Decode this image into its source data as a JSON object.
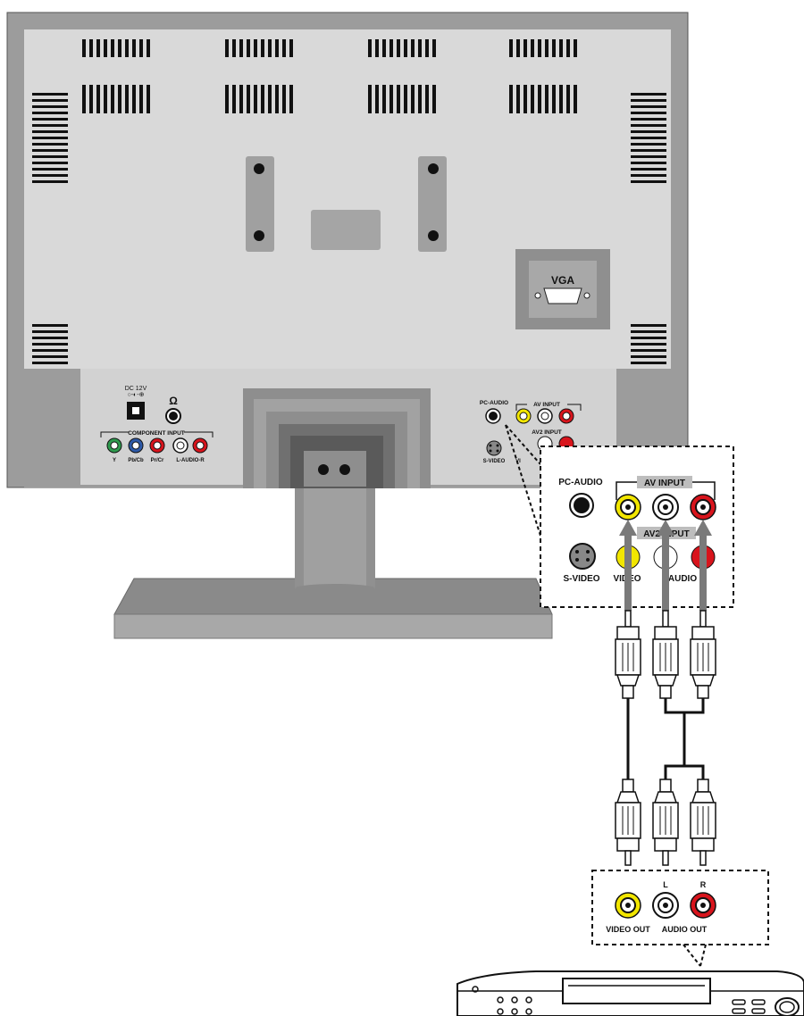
{
  "tv_panel": {
    "vga_label": "VGA",
    "dc_label": "DC 12V",
    "headphone_symbol": "Ω",
    "component_input_label": "COMPONENT INPUT",
    "component_jacks": [
      "Y",
      "Pb/Cb",
      "Pr/Cr",
      "L-AUDIO-R"
    ],
    "pc_audio_label": "PC-AUDIO",
    "av_input_label": "AV INPUT",
    "av2_input_label": "AV2 INPUT",
    "s_video_label": "S-VIDEO",
    "video_partial_label": "VI"
  },
  "zoom": {
    "pc_audio_label": "PC-AUDIO",
    "av_input_label": "AV INPUT",
    "av2_input_label": "AV2 INPUT",
    "s_video_label": "S-VIDEO",
    "video_label": "VIDEO",
    "audio_label": "AUDIO"
  },
  "source": {
    "l_label": "L",
    "r_label": "R",
    "video_out_label": "VIDEO OUT",
    "audio_out_label": "AUDIO OUT"
  },
  "colors": {
    "yellow_jack": "#f2e600",
    "red_jack": "#d8141c",
    "white_jack": "#ffffff",
    "green_jack": "#2e9a4e",
    "blue_jack": "#2e5aa8"
  }
}
